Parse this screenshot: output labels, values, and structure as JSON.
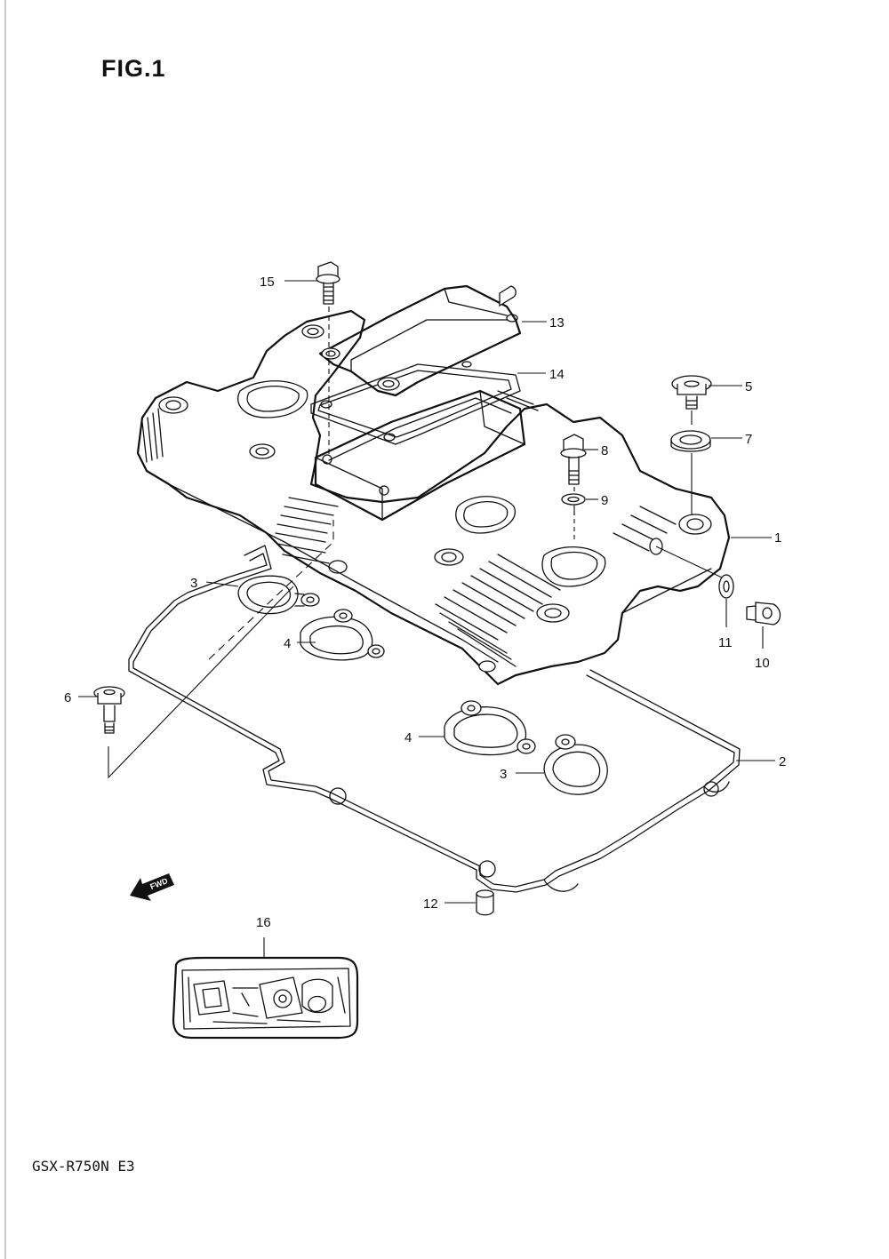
{
  "figure": {
    "title": "FIG.1",
    "model_code": "GSX-R750N E3"
  },
  "direction_marker": {
    "label": "FWD",
    "icon": "fwd-arrow-icon"
  },
  "callouts": [
    {
      "id": "c1",
      "label": "1"
    },
    {
      "id": "c2",
      "label": "2"
    },
    {
      "id": "c3a",
      "label": "3"
    },
    {
      "id": "c3b",
      "label": "3"
    },
    {
      "id": "c4a",
      "label": "4"
    },
    {
      "id": "c4b",
      "label": "4"
    },
    {
      "id": "c5",
      "label": "5"
    },
    {
      "id": "c6",
      "label": "6"
    },
    {
      "id": "c7",
      "label": "7"
    },
    {
      "id": "c8",
      "label": "8"
    },
    {
      "id": "c9",
      "label": "9"
    },
    {
      "id": "c10",
      "label": "10"
    },
    {
      "id": "c11",
      "label": "11"
    },
    {
      "id": "c12",
      "label": "12"
    },
    {
      "id": "c13",
      "label": "13"
    },
    {
      "id": "c14",
      "label": "14"
    },
    {
      "id": "c15",
      "label": "15"
    },
    {
      "id": "c16",
      "label": "16"
    }
  ]
}
